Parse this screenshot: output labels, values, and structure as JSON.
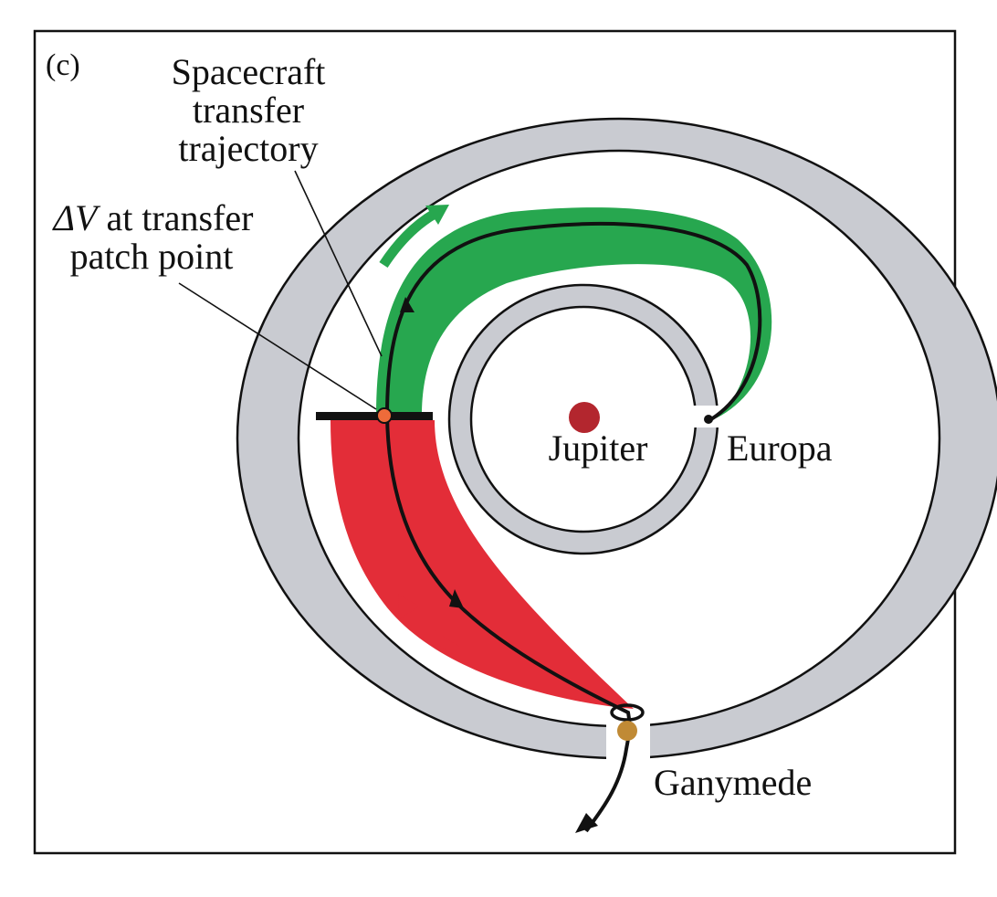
{
  "panel_label": "(c)",
  "labels": {
    "trajectory": [
      "Spacecraft",
      "transfer",
      "trajectory"
    ],
    "delta_v_symbol": "ΔV",
    "delta_v_line1_rest": " at transfer",
    "delta_v_line2": "patch point",
    "jupiter": "Jupiter",
    "europa": "Europa",
    "ganymede": "Ganymede"
  },
  "colors": {
    "frame": "#111111",
    "ring_fill": "#c9cbd1",
    "ring_stroke": "#111111",
    "green_region": "#27a74f",
    "red_region": "#e32d38",
    "trajectory": "#111111",
    "jupiter": "#b3262e",
    "ganymede": "#c08a35",
    "patch_point": "#ee6b3a",
    "patch_bar": "#111111"
  }
}
